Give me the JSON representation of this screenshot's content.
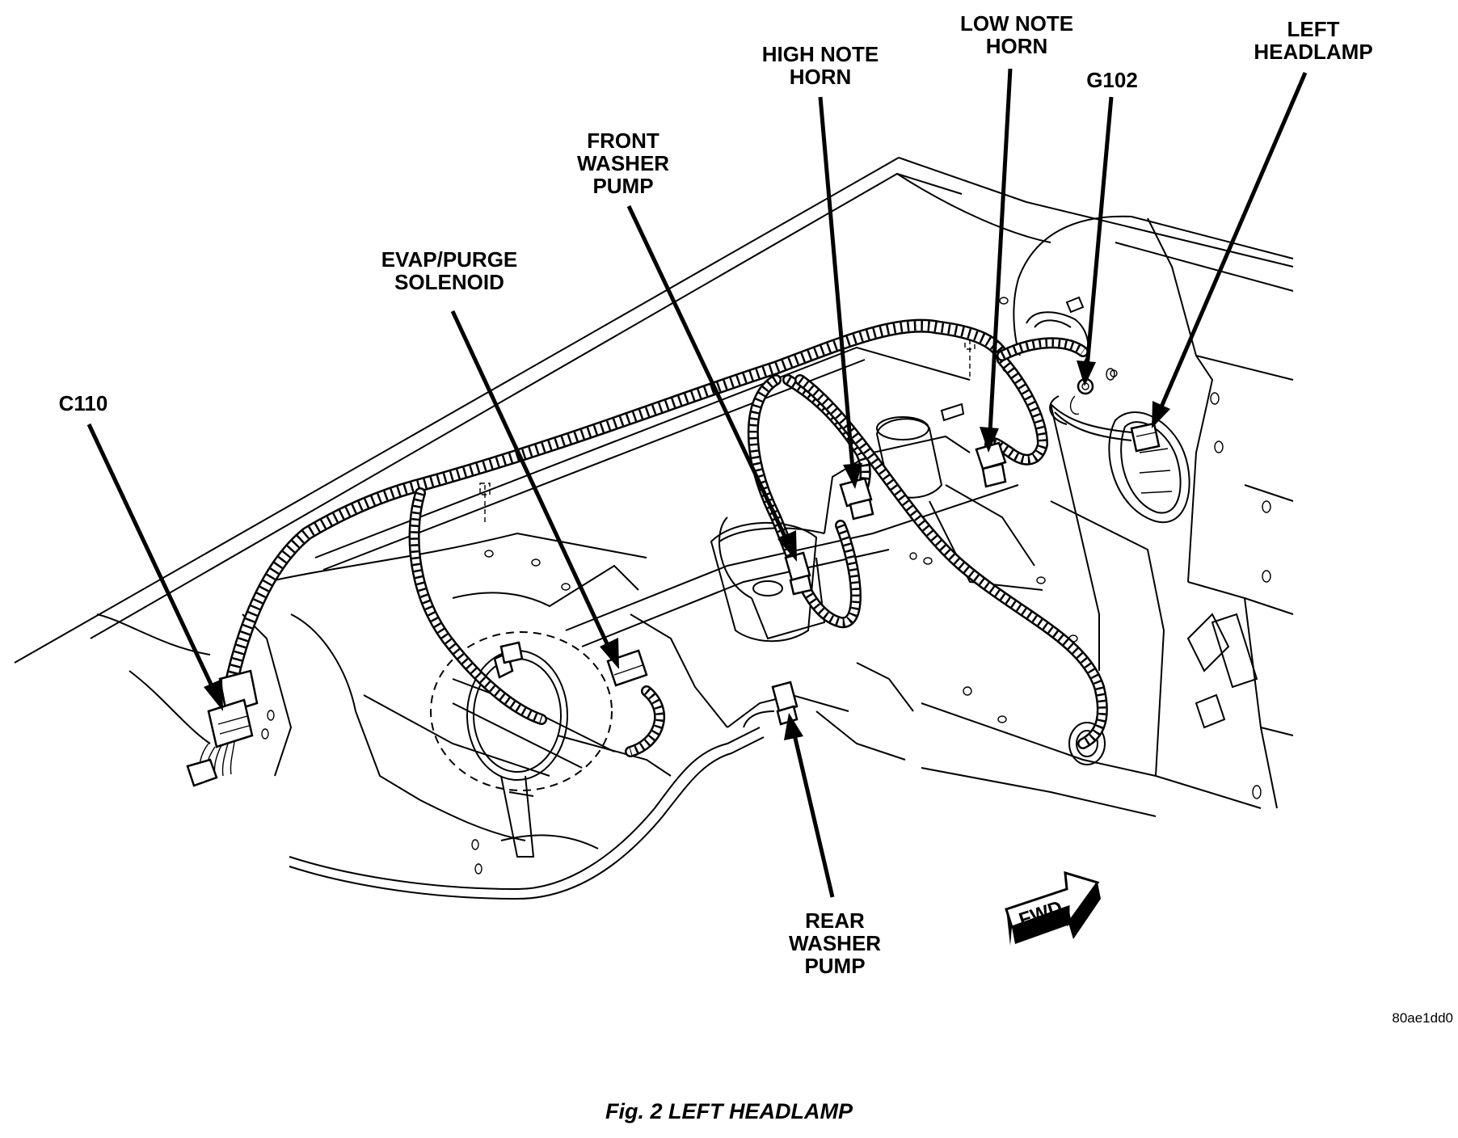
{
  "labels": {
    "c110": "C110",
    "evap_1": "EVAP/PURGE",
    "evap_2": "SOLENOID",
    "front_washer_1": "FRONT",
    "front_washer_2": "WASHER",
    "front_washer_3": "PUMP",
    "high_note_1": "HIGH NOTE",
    "high_note_2": "HORN",
    "low_note_1": "LOW NOTE",
    "low_note_2": "HORN",
    "g102": "G102",
    "left_headlamp_1": "LEFT",
    "left_headlamp_2": "HEADLAMP",
    "rear_washer_1": "REAR",
    "rear_washer_2": "WASHER",
    "rear_washer_3": "PUMP",
    "fwd": "FWD"
  },
  "figure_code": "80ae1dd0",
  "caption": "Fig. 2 LEFT HEADLAMP"
}
